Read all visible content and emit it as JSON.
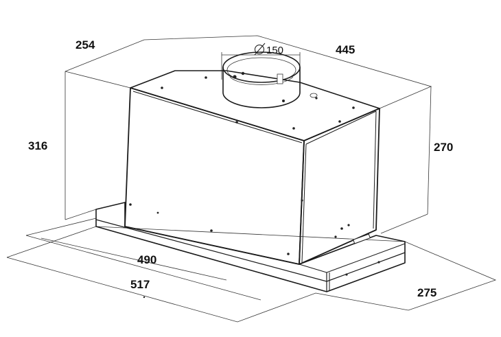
{
  "dimensions": {
    "depth_top": "254",
    "width_top": "445",
    "duct_diameter": "150",
    "height_left": "316",
    "height_right": "270",
    "front_inner_width": "490",
    "front_outer_width": "517",
    "bottom_depth": "275"
  },
  "symbols": {
    "diameter": "diameter-symbol"
  }
}
